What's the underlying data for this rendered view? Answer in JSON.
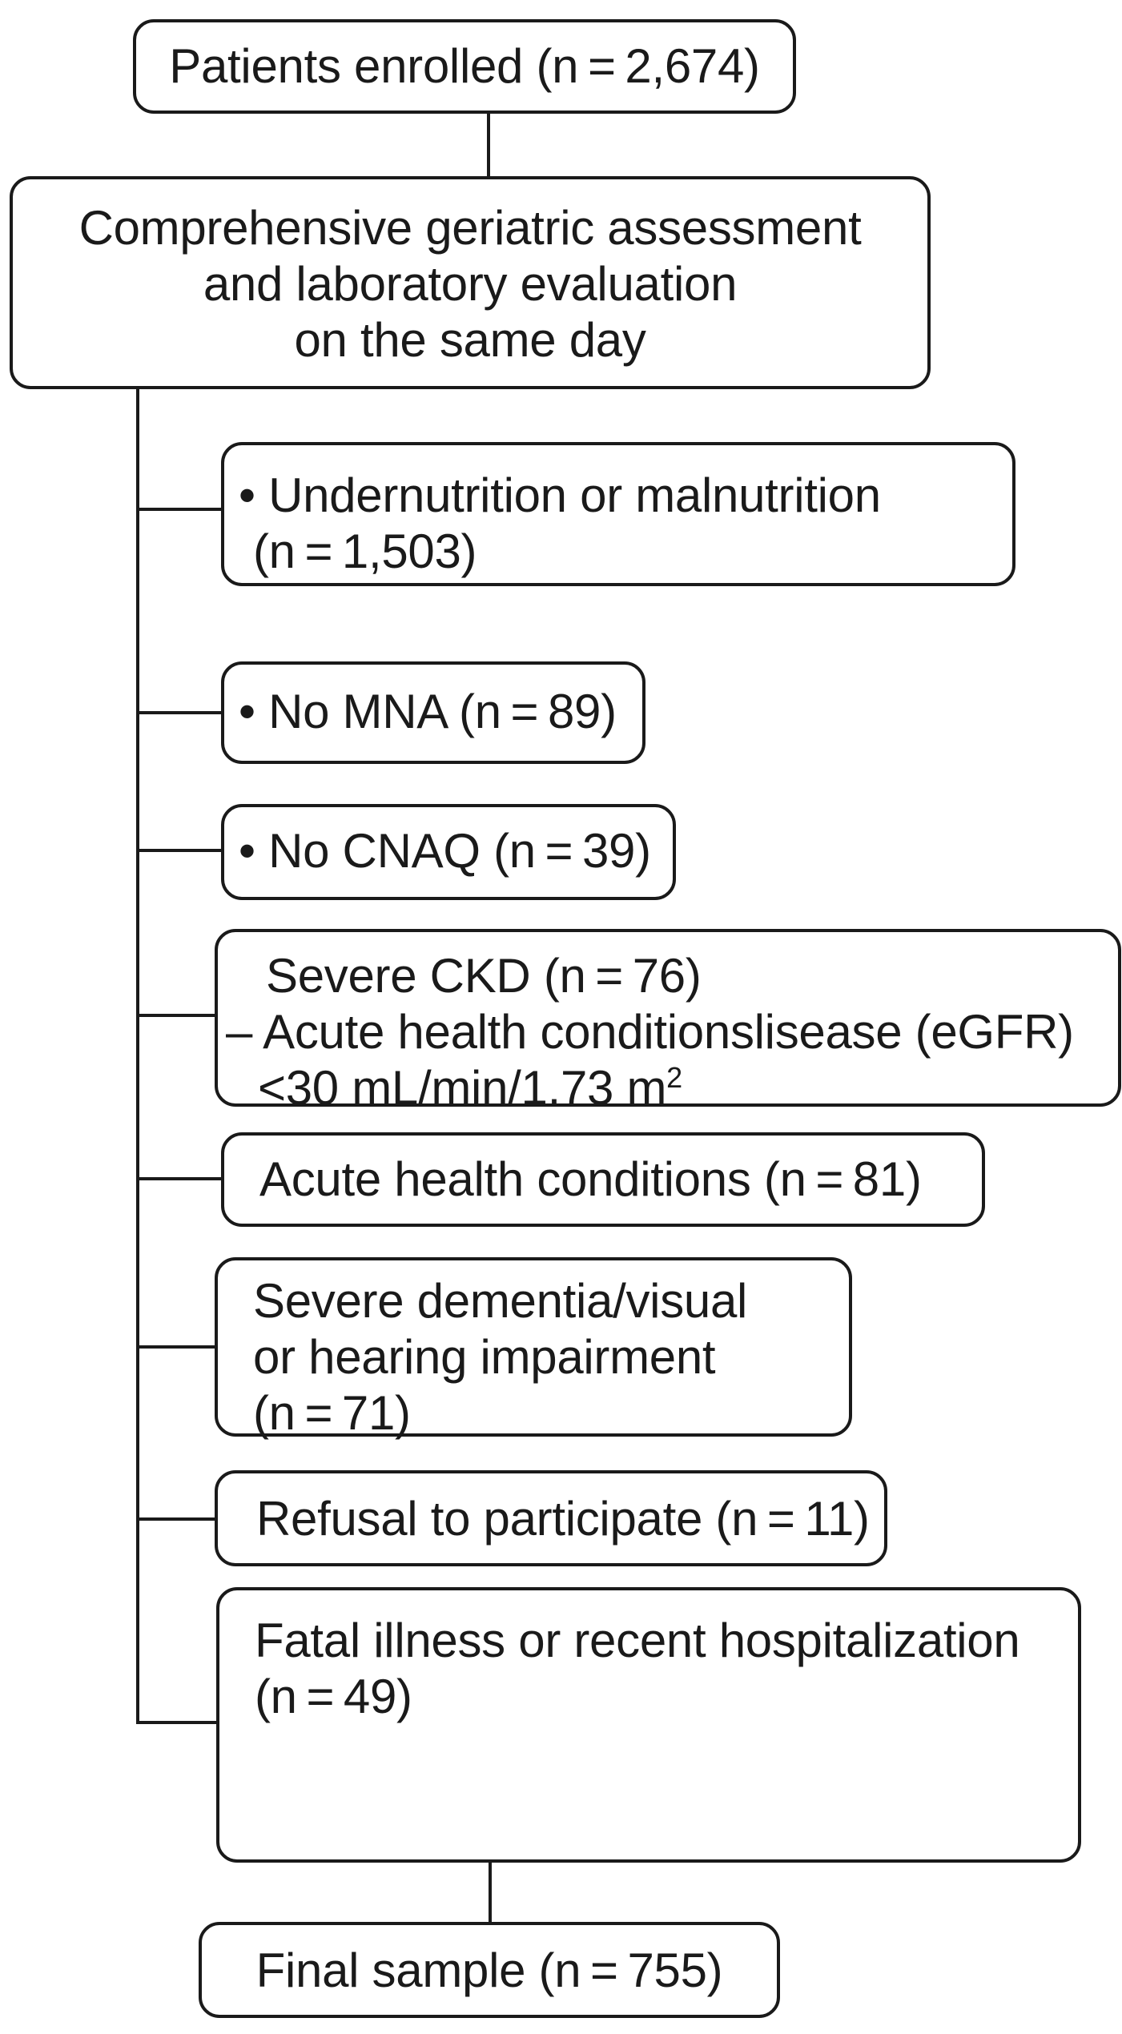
{
  "flowchart": {
    "enrolled": {
      "text": "Patients enrolled (n = 2,674)"
    },
    "assessment": {
      "lines": [
        "Comprehensive geriatric assessment",
        "and laboratory evaluation",
        "on the same day"
      ]
    },
    "exclusions": [
      {
        "lines": [
          "• Undernutrition or malnutrition",
          "(n = 1,503)"
        ]
      },
      {
        "lines": [
          "• No MNA (n = 89)"
        ]
      },
      {
        "lines": [
          "• No CNAQ (n = 39)"
        ]
      },
      {
        "lines": [
          "Severe CKD (n = 76)",
          "– Acute health conditionslisease (eGFR)",
          "<30 mL/min/1.73 m"
        ],
        "superscript": "2"
      },
      {
        "lines": [
          "Acute health conditions (n = 81)"
        ]
      },
      {
        "lines": [
          "Severe dementia/visual",
          "or hearing impairment",
          "(n = 71)"
        ]
      },
      {
        "lines": [
          "Refusal to participate (n = 11)"
        ]
      },
      {
        "lines": [
          "Fatal illness or recent hospitalization",
          "(n = 49)"
        ]
      }
    ],
    "final": {
      "text": "Final sample (n = 755)"
    }
  }
}
